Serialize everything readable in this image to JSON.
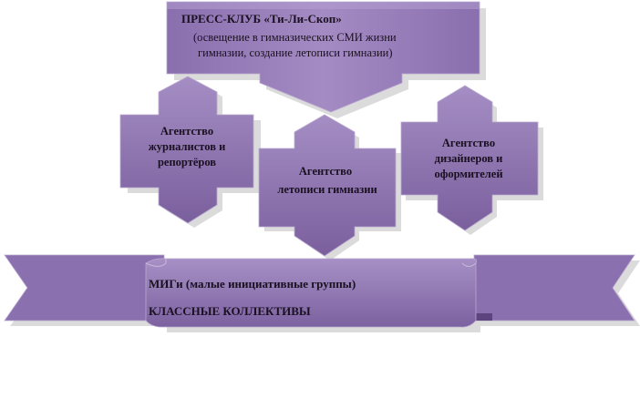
{
  "press_club": {
    "title": "ПРЕСС-КЛУБ «Ти-Ли-Скоп»",
    "description_line1": "(освещение в гимназических СМИ жизни",
    "description_line2": "гимназии, создание летописи гимназии)"
  },
  "agencies": {
    "journalists": {
      "line1": "Агентство",
      "line2": "журналистов и",
      "line3": "репортёров"
    },
    "chronicle": {
      "line1": "Агентство",
      "line2": "летописи гимназии"
    },
    "designers": {
      "line1": "Агентство",
      "line2": "дизайнеров и",
      "line3": "оформителей"
    }
  },
  "base_banner": {
    "line1": "МИГи (малые инициативные группы)",
    "line2": "КЛАССНЫЕ КОЛЛЕКТИВЫ"
  },
  "colors": {
    "fill_light": "#9c84bd",
    "fill_dark": "#6f5493",
    "shadow": "#c9c9c9",
    "text": "#1a1020",
    "background": "#ffffff"
  }
}
